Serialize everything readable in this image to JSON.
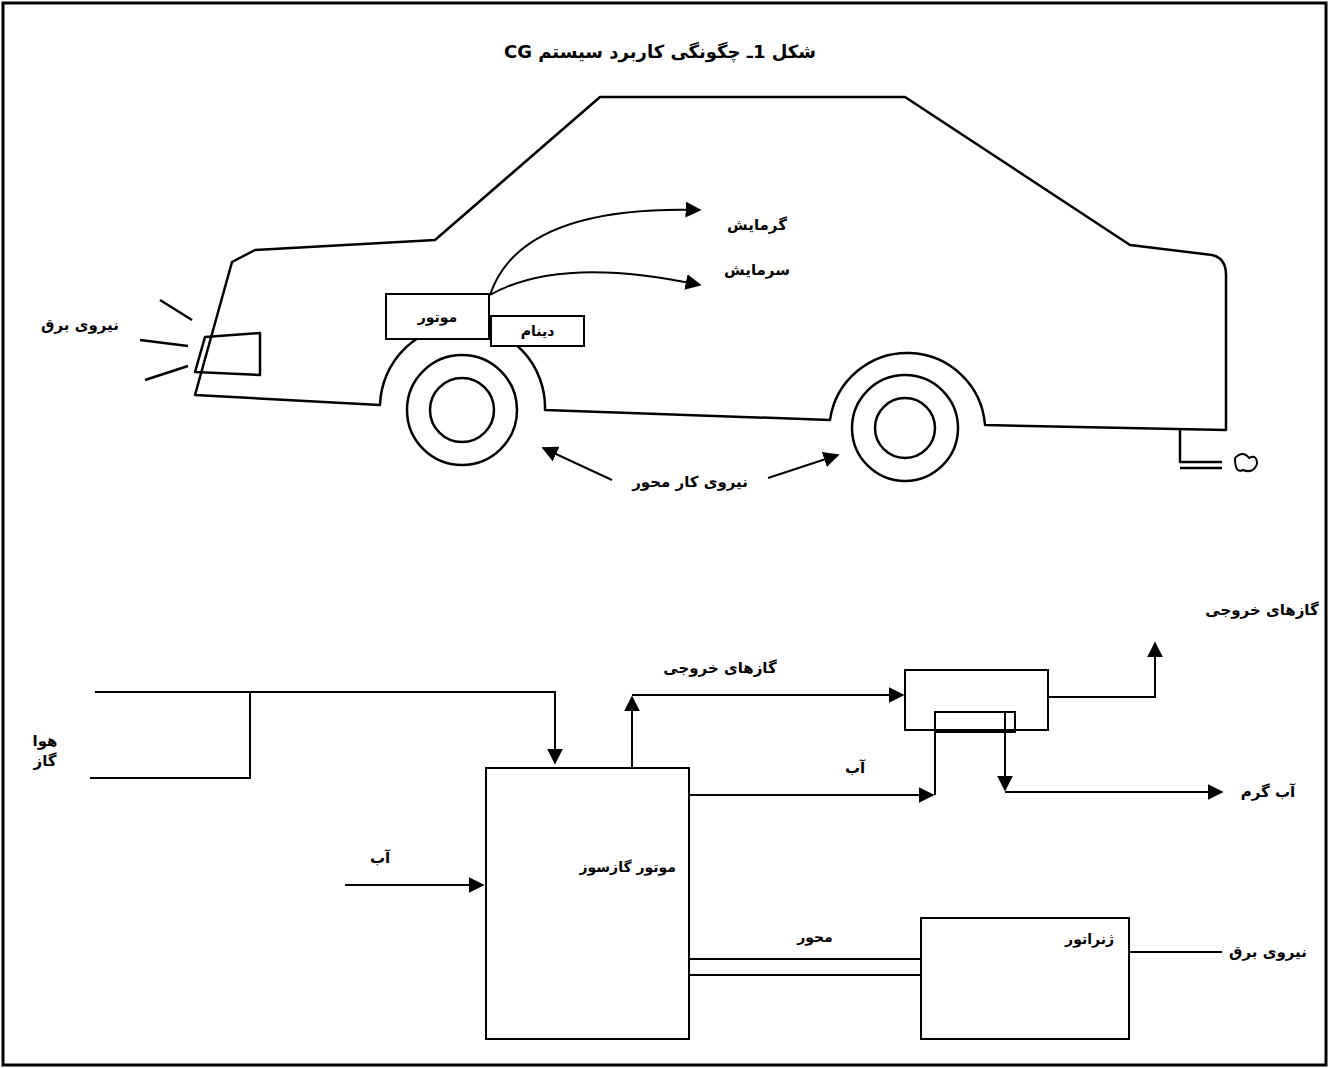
{
  "diagram": {
    "title": "شکل 1ـ چگونگی کاربرد سیستم CG",
    "nodes": [
      {
        "text": [
          "موتور"
        ]
      },
      {
        "text": [
          "دینام"
        ]
      },
      {
        "text": [
          "موتور گازسوز"
        ]
      },
      {
        "text": [
          "ژنراتور"
        ]
      }
    ],
    "edges": [
      {
        "from": 2,
        "to": 3,
        "label": "محور",
        "arrow": "none"
      }
    ],
    "labels": [
      "گرمایش",
      "سرمایش",
      "نیروی برق",
      "نیروی کار محور",
      "هوا",
      "گاز",
      "گازهای خروجی",
      "گازهای خروجی",
      "آب",
      "آب گرم",
      "آب",
      "نیروی برق"
    ]
  }
}
